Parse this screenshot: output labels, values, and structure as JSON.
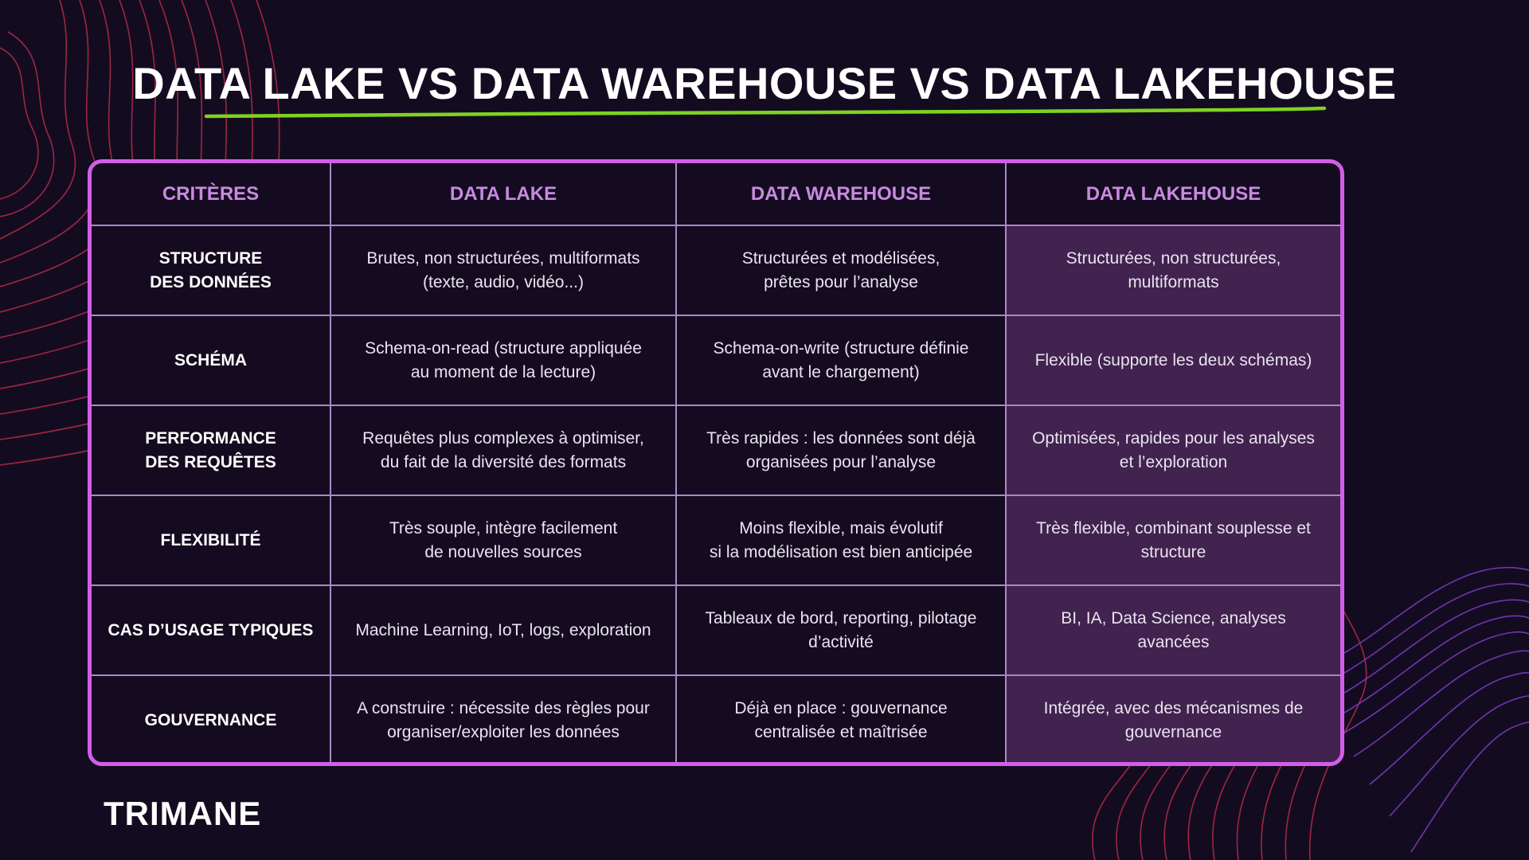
{
  "title": "DATA LAKE VS DATA WAREHOUSE VS DATA LAKEHOUSE",
  "colors": {
    "background": "#130c20",
    "table_border": "#d25ee8",
    "header_text": "#c78be0",
    "lakehouse_column_fill": "#42224f",
    "underline": "#7ed321",
    "deco_lines_red": "#c0304a",
    "deco_lines_purple": "#7a3ac0"
  },
  "table": {
    "headers": [
      "CRITÈRES",
      "DATA LAKE",
      "DATA WAREHOUSE",
      "DATA LAKEHOUSE"
    ],
    "rows": [
      {
        "criterion": "STRUCTURE\nDES DONNÉES",
        "lake": "Brutes, non structurées, multiformats\n(texte, audio, vidéo...)",
        "warehouse": "Structurées et modélisées,\nprêtes pour l’analyse",
        "lakehouse": "Structurées, non structurées,\nmultiformats"
      },
      {
        "criterion": "SCHÉMA",
        "lake": "Schema-on-read (structure appliquée\nau moment de la lecture)",
        "warehouse": "Schema-on-write (structure définie\navant le chargement)",
        "lakehouse": "Flexible (supporte les deux schémas)"
      },
      {
        "criterion": "PERFORMANCE\nDES REQUÊTES",
        "lake": "Requêtes plus complexes à optimiser,\ndu fait de la diversité des formats",
        "warehouse": "Très rapides : les données sont déjà\norganisées pour l’analyse",
        "lakehouse": "Optimisées, rapides pour les analyses\net l’exploration"
      },
      {
        "criterion": "FLEXIBILITÉ",
        "lake": "Très souple, intègre facilement\nde nouvelles sources",
        "warehouse": "Moins flexible, mais évolutif\nsi la modélisation est bien anticipée",
        "lakehouse": "Très flexible, combinant souplesse et\nstructure"
      },
      {
        "criterion": "CAS D’USAGE TYPIQUES",
        "lake": "Machine Learning, IoT, logs, exploration",
        "warehouse": "Tableaux de bord, reporting, pilotage\nd’activité",
        "lakehouse": "BI, IA, Data Science, analyses\navancées"
      },
      {
        "criterion": "GOUVERNANCE",
        "lake": "A construire : nécessite des règles pour\norganiser/exploiter les données",
        "warehouse": "Déjà en place : gouvernance\ncentralisée et maîtrisée",
        "lakehouse": "Intégrée, avec des mécanismes de\ngouvernance"
      }
    ]
  },
  "logo": "TRIMANE"
}
